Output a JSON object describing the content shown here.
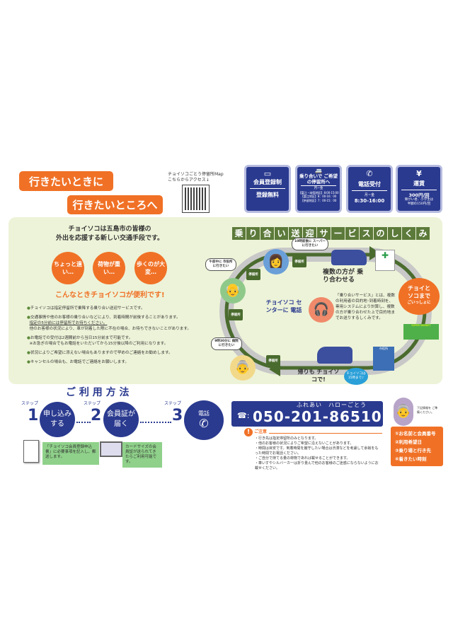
{
  "header": {
    "tagline1": "行きたいときに",
    "tagline2": "行きたいところへ",
    "qr_caption1": "チョイソコごとう停留所Map",
    "qr_caption2": "こちらからアクセス↓"
  },
  "cards": [
    {
      "icon": "member-card-icon",
      "title": "会員登録制",
      "sub": "登録無料"
    },
    {
      "icon": "car-icon",
      "title": "乗り合いで ご希望の停留所へ",
      "days": "月~金",
      "hours": [
        "【富江・岐宿地区】8:00-15:00",
        "【富江地区】8：00-16：00",
        "【奈留地区】7：00-15：00"
      ]
    },
    {
      "icon": "phone-icon",
      "title": "電話受付",
      "days": "月~金",
      "hours": "8:30-16:00"
    },
    {
      "icon": "yen-icon",
      "title": "運賃",
      "fare": "300円/回",
      "fare_note1": "障がい者、小学生は",
      "fare_note2": "半額の150円/回"
    }
  ],
  "intro": {
    "lead1": "チョイソコは五島市の皆様の",
    "lead2": "外出を応援する新しい交通手段です。",
    "circles": [
      "ちょっと遠い…",
      "荷物が重い…",
      "歩くのが大変…"
    ],
    "headline": "こんなときチョイソコが便利です!",
    "bullets": [
      [
        "チョイソコは指定停留所で乗降する乗り合い送迎サービスです。"
      ],
      [
        "交通事情や他のお客様の乗り合いなどにより、到着時間が前後することがあります。",
        "指定の5分前には停留所でお待ちください。",
        "他のお客様の状況により、車が到着した際に不在の場合、お待ちできないことがあります。"
      ],
      [
        "お電話での受付は2週間前から当日15分前まで可能です。",
        "※お急ぎの場合でもお電話をいただいてから15分後以降のご利用になります。"
      ],
      [
        "状況によりご希望に添えない場合もありますので早めのご連絡をお勧めします。"
      ],
      [
        "キャンセルの場合も、お電話でご連絡をお願いします。"
      ]
    ]
  },
  "diagram": {
    "title": [
      "乗",
      "り",
      "合",
      "い",
      "送",
      "迎",
      "サ",
      "ー",
      "ビ",
      "ス",
      "の",
      "し",
      "く",
      "み"
    ],
    "bubble_morning": "午前中に 市役所に行きたい",
    "bubble_10": "10時前後に スーパーに行きたい",
    "bubble_9": "9時30分に 病院に行きたい",
    "stop": "停留所",
    "shared": "複数の方が 乗り合わせる",
    "center": "チョイソコ センターに 電話",
    "explain": "「乗り合いサービス」とは、複数の利用者の目的地･到着時刻を、専用システムにより計算し、複数の方が乗り合わせた上で目的地までお送りするしくみです。",
    "together1": "チョイと",
    "together2": "ソコまで",
    "together3": "ごいっしょに",
    "supermarket": "SUPER MARKET",
    "cityhall": "市役所",
    "return": "帰りも チョイソコで!",
    "until15": "チョイソコは 15時まで♪"
  },
  "usage": {
    "title": "ご 利 用 方 法",
    "step_label": "ステップ",
    "steps": [
      {
        "n": "1",
        "text": "申し込み する",
        "desc": "「チョイソコ会員登録申込書」に必要事項を記入し、郵送します。"
      },
      {
        "n": "2",
        "text": "会員証が 届く",
        "desc": "カードサイズの会員証が送られてきたらご利用可能です。"
      },
      {
        "n": "3",
        "text": "電話"
      }
    ]
  },
  "contact": {
    "kana": "ふれあい　ハローごとう",
    "phone": "050-201-86510",
    "notes_title": "ご注意",
    "notes": [
      "・行き先は指定停留所のみとなります。",
      "・他のお客様の状況によりご希望に沿えないことがあります。",
      "・時間は目安です。到着時間を厳守したい場合は渋滞などを考慮して余裕をもった時間でお電話ください。",
      "・ご自分で持てる量の荷物であれば載せることができます。",
      "・車いすやシルバーカーは折り畳んで他のお客様のご迷惑にならないようにお載せください。"
    ],
    "prepare": "下記情報を ご準備ください。",
    "list": [
      "①お名前と会員番号",
      "②利用希望日",
      "③乗り場と行き先",
      "④着きたい時刻"
    ]
  }
}
